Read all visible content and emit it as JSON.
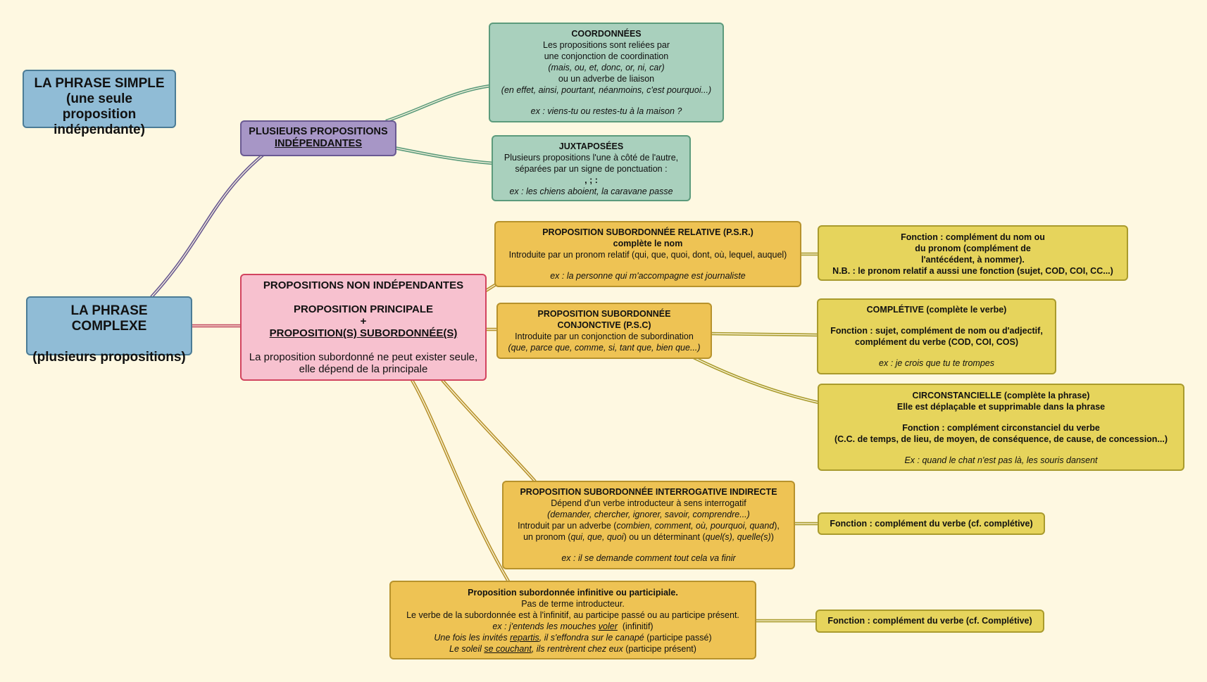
{
  "simple": {
    "l1": "LA PHRASE SIMPLE",
    "l2": "(une seule proposition",
    "l3": "indépendante)"
  },
  "complexe": {
    "l1": "LA PHRASE COMPLEXE",
    "l2": "(plusieurs propositions)"
  },
  "independantes": {
    "l1": "PLUSIEURS PROPOSITIONS",
    "l2": "INDÉPENDANTES"
  },
  "coordonnees": {
    "title": "COORDONNÉES",
    "l1": "Les propositions sont reliées par",
    "l2": "une conjonction de coordination",
    "l3": "(mais, ou, et, donc, or, ni, car)",
    "l4": "ou un adverbe de liaison",
    "l5": "(en effet, ainsi, pourtant, néanmoins, c'est pourquoi...)",
    "ex": "ex : viens-tu ou restes-tu à la maison ?"
  },
  "juxtaposees": {
    "title": "JUXTAPOSÉES",
    "l1": "Plusieurs propositions l'une à côté de l'autre,",
    "l2": "séparées par un signe de ponctuation :",
    "l3": ", ; :",
    "ex": "ex : les chiens aboient, la caravane passe"
  },
  "non_independantes": {
    "l1": "PROPOSITIONS NON INDÉPENDANTES",
    "l2": "PROPOSITION PRINCIPALE",
    "l3": "+",
    "l4": "PROPOSITION(S) SUBORDONNÉE(S)",
    "l5": "La proposition subordonné ne peut exister seule,",
    "l6": "elle dépend de la principale"
  },
  "relative": {
    "l1": "PROPOSITION SUBORDONNÉE RELATIVE  (P.S.R.)",
    "l2": "complète le nom",
    "l3": "Introduite par un pronom relatif (qui, que, quoi, dont, où, lequel, auquel)",
    "ex": "ex : la personne qui m'accompagne est journaliste"
  },
  "fonction_relative": {
    "l1": "Fonction : complément du nom ou",
    "l2": "du pronom (complément de",
    "l3": "l'antécédent, à nommer).",
    "l4": "N.B. : le pronom relatif a aussi une fonction (sujet, COD, COI, CC...)"
  },
  "conjonctive": {
    "l1": "PROPOSITION SUBORDONNÉE",
    "l2": "CONJONCTIVE (P.S.C)",
    "l3": "Introduite par un conjonction de subordination",
    "l4": "(que, parce que, comme, si, tant que, bien que...)"
  },
  "completive": {
    "l1": "COMPLÉTIVE (complète le verbe)",
    "l2": "Fonction : sujet, complément de nom ou d'adjectif,",
    "l3": "complément du verbe (COD, COI, COS)",
    "ex": "ex : je crois que tu te trompes"
  },
  "circonstancielle": {
    "l1": "CIRCONSTANCIELLE (complète la phrase)",
    "l2": "Elle est déplaçable et supprimable dans la phrase",
    "l3": "Fonction : complément circonstanciel du verbe",
    "l4": "(C.C. de temps, de lieu, de moyen, de conséquence, de cause, de concession...)",
    "ex": "Ex : quand le chat n'est pas là, les souris dansent"
  },
  "interrogative": {
    "l1": "PROPOSITION SUBORDONNÉE INTERROGATIVE INDIRECTE",
    "l2": "Dépend d'un verbe introducteur à sens interrogatif",
    "l3": "(demander, chercher, ignorer, savoir, comprendre...)",
    "l4a": "Introduit par un adverbe (",
    "l4b": "combien, comment, où, pourquoi, quand",
    "l4c": "),",
    "l5a": "un pronom (",
    "l5b": "qui, que, quoi",
    "l5c": ") ou un déterminant (",
    "l5d": "quel(s), quelle(s)",
    "l5e": ")",
    "ex": "ex : il se demande comment tout cela va finir"
  },
  "fonction_interrogative": {
    "l1": "Fonction : complément du verbe (cf. complétive)"
  },
  "infinitive": {
    "l1": "Proposition subordonnée infinitive ou participiale.",
    "l2": "Pas de terme introducteur.",
    "l3": "Le verbe de la subordonnée est à l'infinitif, au participe passé ou au participe présent.",
    "e1a": "ex : j'entends les mouches ",
    "e1b": "voler",
    "e1c": "  (infinitif)",
    "e2a": "Une fois les invités ",
    "e2b": "repartis",
    "e2c": ", il s'effondra sur le canapé",
    "e2d": " (participe passé)",
    "e3a": "Le soleil ",
    "e3b": "se couchant",
    "e3c": ", ils rentrèrent chez eux",
    "e3d": " (participe présent)"
  },
  "fonction_infinitive": {
    "l1": "Fonction : complément du verbe (cf. Complétive)"
  },
  "colors": {
    "background": "#fef8e1",
    "blue": "#90bcd6",
    "purple": "#a796c6",
    "pink": "#f7c1cf",
    "green": "#a9d0bd",
    "orange": "#eec354",
    "yellow": "#e6d45c"
  }
}
